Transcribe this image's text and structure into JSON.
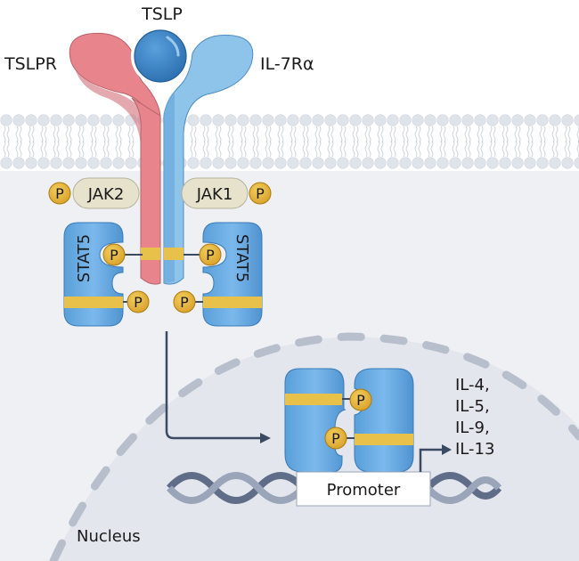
{
  "labels": {
    "ligand": "TSLP",
    "receptor_left": "TSLPR",
    "receptor_right": "IL-7Rα",
    "kinase_left": "JAK2",
    "kinase_right": "JAK1",
    "stat_left": "STAT5",
    "stat_right": "STAT5",
    "phospho": "P",
    "promoter": "Promoter",
    "nucleus": "Nucleus",
    "genes": [
      "IL-4,",
      "IL-5,",
      "IL-9,",
      "IL-13"
    ]
  },
  "colors": {
    "tslp": "#3d86c6",
    "tslpr": "#e8858c",
    "il7r": "#8ec3ea",
    "jak": "#e6e2cc",
    "stat": "#6aaee6",
    "phospho": "#e8b53a",
    "band": "#e8c14a",
    "cytoplasm": "#eef0f4",
    "nucleus": "#e3e6ec",
    "arrow": "#3b4a63",
    "dna": "#7f8ba3"
  }
}
